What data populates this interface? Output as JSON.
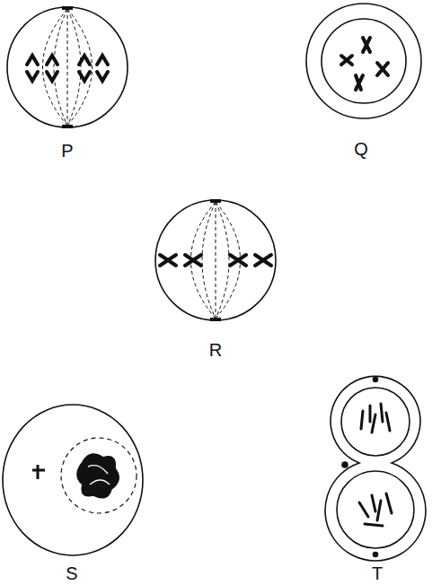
{
  "diagram": {
    "labels": [
      "P",
      "Q",
      "R",
      "S",
      "T"
    ]
  }
}
